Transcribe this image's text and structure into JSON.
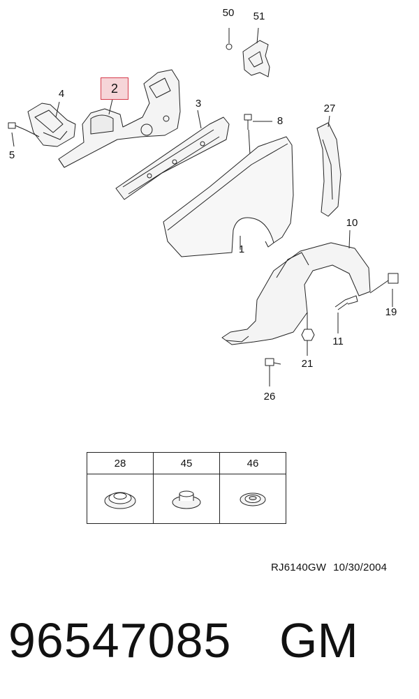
{
  "callouts": {
    "c1": "1",
    "c2": "2",
    "c3": "3",
    "c4": "4",
    "c5": "5",
    "c8": "8",
    "c10": "10",
    "c11": "11",
    "c19": "19",
    "c21": "21",
    "c26": "26",
    "c27": "27",
    "c50": "50",
    "c51": "51"
  },
  "fastener_table": {
    "headers": [
      "28",
      "45",
      "46"
    ]
  },
  "drawing_ref": {
    "code": "RJ6140GW",
    "date": "10/30/2004"
  },
  "part_number": "96547085",
  "brand": "GM",
  "colors": {
    "highlight_fill": "#f6d5d8",
    "highlight_border": "#d63b4b",
    "line": "#222222"
  }
}
